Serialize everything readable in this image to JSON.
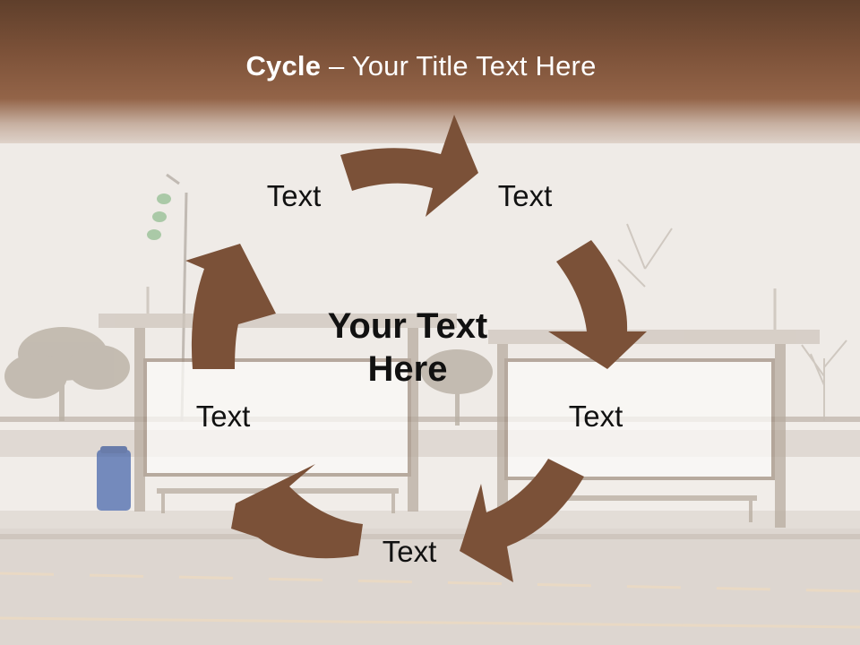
{
  "title": {
    "bold": "Cycle",
    "rest": " – Your Title Text Here"
  },
  "center_text": {
    "line1": "Your Text",
    "line2": "Here"
  },
  "cycle_labels": [
    "Text",
    "Text",
    "Text",
    "Text",
    "Text"
  ],
  "colors": {
    "arrow": "#7b5138",
    "header": "#7d5239",
    "title_text": "#ffffff",
    "label_text": "#111111"
  }
}
